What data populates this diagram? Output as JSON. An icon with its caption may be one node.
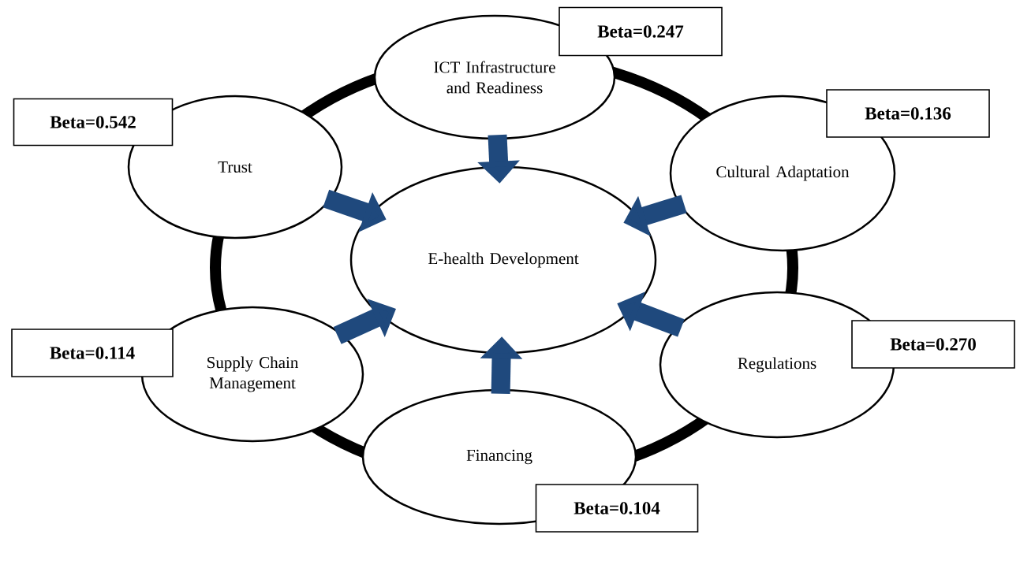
{
  "diagram": {
    "nodes": [
      {
        "text": [
          "ICT Infrastructure and Readiness"
        ]
      },
      {
        "text": [
          "Beta=0.247"
        ]
      },
      {
        "text": [
          "Trust"
        ]
      },
      {
        "text": [
          "Beta=0.542"
        ]
      },
      {
        "text": [
          "Cultural Adaptation"
        ]
      },
      {
        "text": [
          "Beta=0.136"
        ]
      },
      {
        "text": [
          "E-health  Development"
        ]
      },
      {
        "text": [
          "Supply Chain Management"
        ]
      },
      {
        "text": [
          "Beta=0.114"
        ]
      },
      {
        "text": [
          "Regulations"
        ]
      },
      {
        "text": [
          "Beta=0.270"
        ]
      },
      {
        "text": [
          "Financing"
        ]
      },
      {
        "text": [
          "Beta=0.104"
        ]
      }
    ],
    "edges": [
      {
        "from": 0,
        "to": 6,
        "arrow": "to"
      },
      {
        "from": 2,
        "to": 6,
        "arrow": "to"
      },
      {
        "from": 4,
        "to": 6,
        "arrow": "to"
      },
      {
        "from": 7,
        "to": 6,
        "arrow": "to"
      },
      {
        "from": 11,
        "to": 6,
        "arrow": "to"
      },
      {
        "from": 9,
        "to": 6,
        "arrow": "to"
      }
    ]
  }
}
